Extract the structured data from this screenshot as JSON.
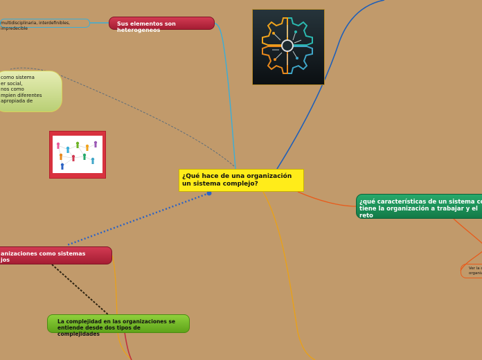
{
  "colors": {
    "background": "#c19a6b",
    "central": "#ffec1a",
    "red_node": "#b82840",
    "green_node": "#6db324",
    "teal_node": "#1e8f58",
    "blue_line": "#1f5fb8",
    "cyan_line": "#3aaed8",
    "orange_line": "#e8a11a",
    "red_line": "#e85a1a"
  },
  "central": {
    "text": "¿Qué hace de una organización un sistema complejo?"
  },
  "nodes": {
    "elementos": "Sus elementos son heterogeneos",
    "multi": "multidisciplinaria, interdefinibles, impredecible",
    "callout": "como sistema\ner social,\nnos como\nmpien diferentes\n apropiada de",
    "orgs": "anizaciones como sistemas\njos",
    "complejidad": "La complejidad en las organizaciones se entiende desde dos tipos de complejidades",
    "caract": "¿qué características de un sistema com\ntiene la organización a trabajar y el reto",
    "ver": "Ver la c\norganiz"
  },
  "images": {
    "gear": "gears-circuit-image",
    "network": "people-network-image"
  }
}
